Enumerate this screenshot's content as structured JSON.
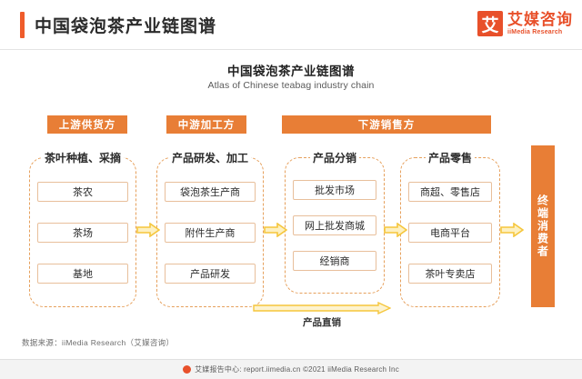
{
  "header": {
    "title": "中国袋泡茶产业链图谱",
    "brand_mark": "艾",
    "brand_cn": "艾媒咨询",
    "brand_en": "iiMedia Research"
  },
  "chart": {
    "title": "中国袋泡茶产业链图谱",
    "subtitle": "Atlas of Chinese teabag industry chain",
    "stages": [
      {
        "label": "上游供货方"
      },
      {
        "label": "中游加工方"
      },
      {
        "label": "下游销售方"
      }
    ],
    "columns": [
      {
        "title": "茶叶种植、采摘",
        "items": [
          "茶农",
          "茶场",
          "基地"
        ]
      },
      {
        "title": "产品研发、加工",
        "items": [
          "袋泡茶生产商",
          "附件生产商",
          "产品研发"
        ]
      },
      {
        "title": "产品分销",
        "items": [
          "批发市场",
          "网上批发商城",
          "经销商"
        ]
      },
      {
        "title": "产品零售",
        "items": [
          "商超、零售店",
          "电商平台",
          "茶叶专卖店"
        ]
      }
    ],
    "consumer": "终端消费者",
    "direct_sales_label": "产品直销",
    "source": "数据来源：iiMedia  Research（艾媒咨询）",
    "accent_color": "#e87e36",
    "arrow_color": "#f5c63c",
    "box_border_color": "#e6a05c"
  },
  "footer": {
    "text": "艾媒报告中心: report.iimedia.cn  ©2021  iiMedia Research Inc"
  }
}
